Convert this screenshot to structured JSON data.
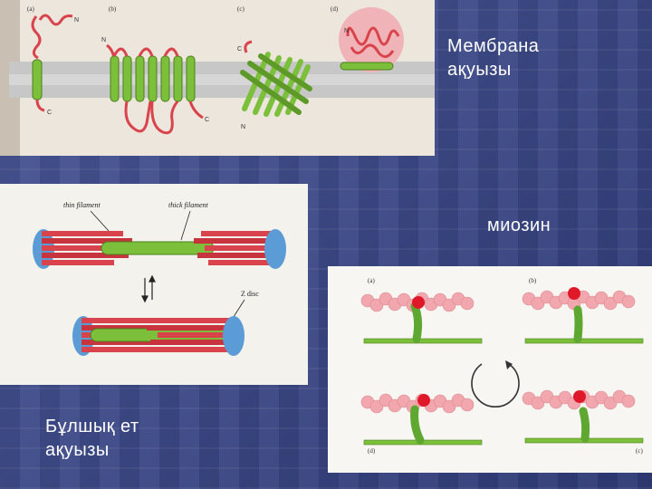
{
  "captions": {
    "membrane_line1": "Мембрана",
    "membrane_line2": "ақуызы",
    "myosin": "миозин",
    "muscle_line1": "Бұлшық ет",
    "muscle_line2": "ақуызы"
  },
  "membrane_figure": {
    "panel_a": "(a)",
    "panel_b": "(b)",
    "panel_c": "(c)",
    "panel_d": "(d)",
    "n": "N",
    "c": "C"
  },
  "muscle_figure": {
    "thin_filament": "thin filament",
    "thick_filament": "thick filament",
    "z_disc": "Z disc"
  },
  "myosin_figure": {
    "panel_a": "(a)",
    "panel_b": "(b)",
    "panel_c": "(c)",
    "panel_d": "(d)"
  },
  "colors": {
    "helix_green": "#7cbf3a",
    "chain_red": "#d9434b",
    "actin_pink": "#f2a6ad",
    "myosin_head": "#e0192a",
    "z_disc_blue": "#5b9bd6"
  }
}
